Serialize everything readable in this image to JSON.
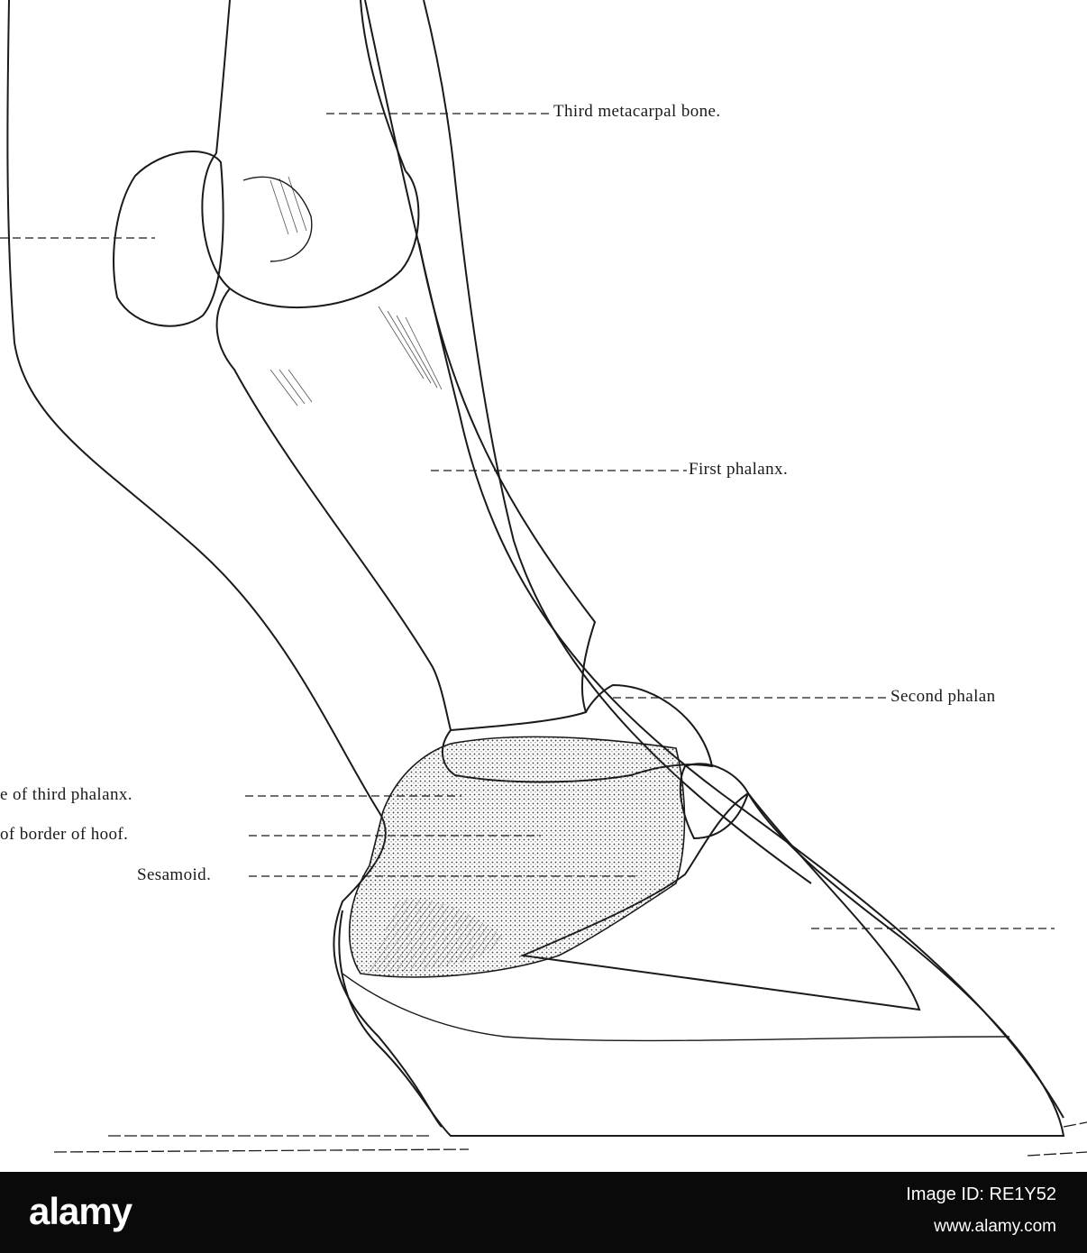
{
  "figure": {
    "labels": {
      "third_metacarpal": "Third metacarpal bone.",
      "first_phalanx": "First phalanx.",
      "second_phalanx": "Second phalan",
      "third_phalanx_partial": "e of third phalanx.",
      "border_of_hoof": "of border of hoof.",
      "sesamoid": "Sesamoid."
    }
  },
  "footer": {
    "logo": "alamy",
    "image_id": "Image ID: RE1Y52",
    "url": "www.alamy.com"
  },
  "colors": {
    "ink": "#1a1a1a",
    "footer_bg": "#0a0a0a",
    "footer_text": "#ffffff"
  }
}
